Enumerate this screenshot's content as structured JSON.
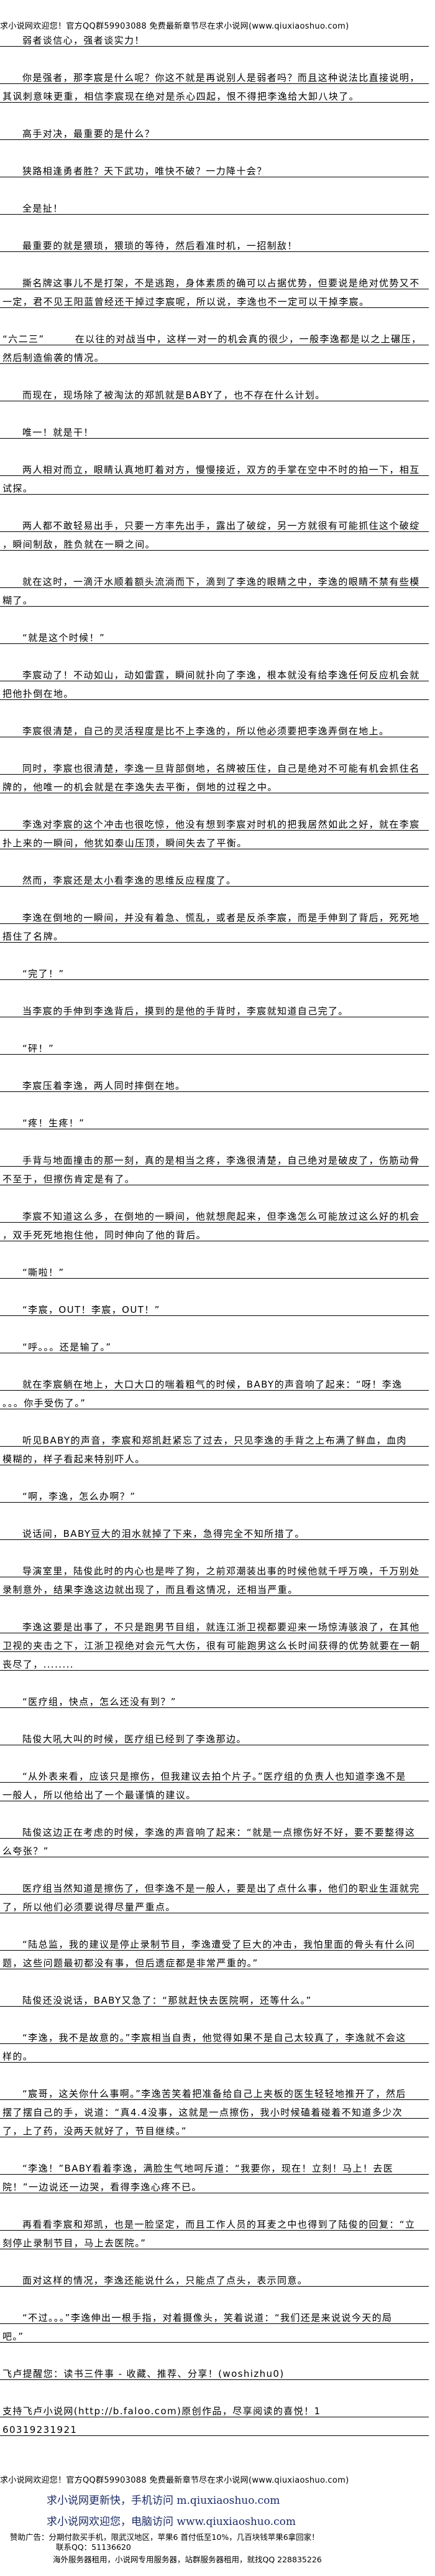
{
  "header": "求小说网欢迎您！官方QQ群59903088 免费最新章节尽在求小说网(www.qiuxiaoshuo.com)",
  "paragraphs": [
    {
      "indent": true,
      "lines": [
        "弱者谈信心，强者谈实力！"
      ]
    },
    {
      "indent": true,
      "lines": [
        "你是强者，那李宸是什么呢？你这不就是再说别人是弱者吗？而且这种说法比直接说明，",
        "其讽刺意味更重，相信李宸现在绝对是杀心四起，恨不得把李逸给大卸八块了。"
      ]
    },
    {
      "indent": true,
      "lines": [
        "高手对决，最重要的是什么？"
      ]
    },
    {
      "indent": true,
      "lines": [
        "狭路相逢勇者胜？天下武功，唯快不破？一力降十会？"
      ]
    },
    {
      "indent": true,
      "lines": [
        "全是扯！"
      ]
    },
    {
      "indent": true,
      "lines": [
        "最重要的就是猥琐，猥琐的等待，然后看准时机，一招制敌！"
      ]
    },
    {
      "indent": true,
      "lines": [
        "撕名牌这事儿不是打架，不是逃跑，身体素质的确可以占据优势，但要说是绝对优势又不",
        "一定，君不见王阳蓝曾经还干掉过李宸呢，所以说，李逸也不一定可以干掉李宸。"
      ]
    },
    {
      "indent": false,
      "lines": [
        "“六二三”　　　在以往的对战当中，这样一对一的机会真的很少，一般李逸都是以之上碾压，",
        "然后制造偷袭的情况。"
      ]
    },
    {
      "indent": true,
      "lines": [
        "而现在，现场除了被淘汰的郑凯就是BABY了，也不存在什么计划。"
      ]
    },
    {
      "indent": true,
      "lines": [
        "唯一！就是干！"
      ]
    },
    {
      "indent": true,
      "lines": [
        "两人相对而立，眼睛认真地盯着对方，慢慢接近，双方的手掌在空中不时的拍一下，相互",
        "试探。"
      ]
    },
    {
      "indent": true,
      "lines": [
        "两人都不敢轻易出手，只要一方率先出手，露出了破绽，另一方就很有可能抓住这个破绽",
        "，瞬间制敌，胜负就在一瞬之间。"
      ]
    },
    {
      "indent": true,
      "lines": [
        "就在这时，一滴汗水顺着额头流淌而下，滴到了李逸的眼睛之中，李逸的眼睛不禁有些模",
        "糊了。"
      ]
    },
    {
      "indent": true,
      "lines": [
        "“就是这个时候！”"
      ]
    },
    {
      "indent": true,
      "lines": [
        "李宸动了！不动如山，动如雷霆，瞬间就扑向了李逸，根本就没有给李逸任何反应机会就",
        "把他扑倒在地。"
      ]
    },
    {
      "indent": true,
      "lines": [
        "李宸很清楚，自己的灵活程度是比不上李逸的，所以他必须要把李逸弄倒在地上。"
      ]
    },
    {
      "indent": true,
      "lines": [
        "同时，李宸也很清楚，李逸一旦背部倒地，名牌被压住，自己是绝对不可能有机会抓住名",
        "牌的，他唯一的机会就是在李逸失去平衡，倒地的过程之中。"
      ]
    },
    {
      "indent": true,
      "lines": [
        "李逸对李宸的这个冲击也很吃惊，他没有想到李宸对时机的把我居然如此之好，就在李宸",
        "扑上来的一瞬间，他犹如泰山压顶，瞬间失去了平衡。"
      ]
    },
    {
      "indent": true,
      "lines": [
        "然而，李宸还是太小看李逸的思维反应程度了。"
      ]
    },
    {
      "indent": true,
      "lines": [
        "李逸在倒地的一瞬间，并没有着急、慌乱，或者是反杀李宸，而是手伸到了背后，死死地",
        "捂住了名牌。"
      ]
    },
    {
      "indent": true,
      "lines": [
        "“完了！”"
      ]
    },
    {
      "indent": true,
      "lines": [
        "当李宸的手伸到李逸背后，摸到的是他的手背时，李宸就知道自己完了。"
      ]
    },
    {
      "indent": true,
      "lines": [
        "“砰！”"
      ]
    },
    {
      "indent": true,
      "lines": [
        "李宸压着李逸，两人同时摔倒在地。"
      ]
    },
    {
      "indent": true,
      "lines": [
        "“疼！生疼！”"
      ]
    },
    {
      "indent": true,
      "lines": [
        "手背与地面撞击的那一刻，真的是相当之疼，李逸很清楚，自己绝对是破皮了，伤筋动骨",
        "不至于，但擦伤肯定是有了。"
      ]
    },
    {
      "indent": true,
      "lines": [
        "李宸不知道这么多，在倒地的一瞬间，他就想爬起来，但李逸怎么可能放过这么好的机会",
        "，双手死死地抱住他，同时伸向了他的背后。"
      ]
    },
    {
      "indent": true,
      "lines": [
        "“嘶啦！”"
      ]
    },
    {
      "indent": true,
      "lines": [
        "“李宸，OUT！李宸，OUT！”"
      ]
    },
    {
      "indent": true,
      "lines": [
        "“呼。。。还是输了。”"
      ]
    },
    {
      "indent": true,
      "lines": [
        "就在李宸躺在地上，大口大口的喘着粗气的时候，BABY的声音响了起来：“呀！李逸",
        "。。。你手受伤了。”"
      ]
    },
    {
      "indent": true,
      "lines": [
        "听见BABY的声音，李宸和郑凯赶紧忘了过去，只见李逸的手背之上布满了鲜血，血肉",
        "模糊的，样子看起来特别吓人。"
      ]
    },
    {
      "indent": true,
      "lines": [
        "“啊，李逸，怎么办啊？”"
      ]
    },
    {
      "indent": true,
      "lines": [
        "说话间，BABY豆大的泪水就掉了下来，急得完全不知所措了。"
      ]
    },
    {
      "indent": true,
      "lines": [
        "导演室里，陆俊此时的内心也是哔了狗，之前邓潮装出事的时候他就千呼万唤，千万别处",
        "录制意外，结果李逸这边就出现了，而且看这情况，还相当严重。"
      ]
    },
    {
      "indent": true,
      "lines": [
        "李逸这要是出事了，不只是跑男节目组，就连江浙卫视都要迎来一场惊涛骇浪了，在其他",
        "卫视的夹击之下，江浙卫视绝对会元气大伤，很有可能跑男这么长时间获得的优势就要在一朝",
        "丧尽了，........"
      ]
    },
    {
      "indent": true,
      "lines": [
        "“医疗组，快点，怎么还没有到？”"
      ]
    },
    {
      "indent": true,
      "lines": [
        "陆俊大吼大叫的时候，医疗组已经到了李逸那边。"
      ]
    },
    {
      "indent": true,
      "lines": [
        "“从外表来看，应该只是擦伤，但我建议去拍个片子。”医疗组的负责人也知道李逸不是",
        "一般人，所以他给出了一个最谨慎的建议。"
      ]
    },
    {
      "indent": true,
      "lines": [
        "陆俊这边正在考虑的时候，李逸的声音响了起来：“就是一点擦伤好不好，要不要整得这",
        "么夸张？”"
      ]
    },
    {
      "indent": true,
      "lines": [
        "医疗组当然知道是擦伤了，但李逸不是一般人，要是出了点什么事，他们的职业生涯就完",
        "了，所以他们必须要说得尽量严重点。"
      ]
    },
    {
      "indent": true,
      "lines": [
        "“陆总监，我的建议是停止录制节目，李逸遭受了巨大的冲击，我怕里面的骨头有什么问",
        "题，这些问题最初都没有事，但后遗症都是非常严重的。”"
      ]
    },
    {
      "indent": true,
      "lines": [
        "陆俊还没说话，BABY又急了：“那就赶快去医院啊，还等什么。”"
      ]
    },
    {
      "indent": true,
      "lines": [
        "“李逸，我不是故意的。”李宸相当自责，他觉得如果不是自己太较真了，李逸就不会这",
        "样的。"
      ]
    },
    {
      "indent": true,
      "lines": [
        "“宸哥，这关你什么事啊。”李逸苦笑着把准备给自己上夹板的医生轻轻地推开了，然后",
        "摆了摆自己的手，说道：“真4.4没事，这就是一点擦伤，我小时候磕着碰着不知道多少次",
        "了，上了药，没两天就好了，节目继续。”"
      ]
    },
    {
      "indent": true,
      "lines": [
        "“李逸！”BABY看着李逸，满脸生气地呵斥道：“我要你，现在！立刻！马上！去医",
        "院！”一边说还一边哭，看得李逸心疼不已。"
      ]
    },
    {
      "indent": true,
      "lines": [
        "再看看李宸和郑凯，也是一脸坚定，而且工作人员的耳麦之中也得到了陆俊的回复：“立",
        "刻停止录制节目，马上去医院。”"
      ]
    },
    {
      "indent": true,
      "lines": [
        "面对这样的情况，李逸还能说什么，只能点了点头，表示同意。"
      ]
    },
    {
      "indent": true,
      "lines": [
        "“不过。。。”李逸伸出一根手指，对着摄像头，笑着说道：“我们还是来说说今天的局",
        "吧。”"
      ]
    },
    {
      "indent": false,
      "lines": [
        "飞卢提醒您：读书三件事 - 收藏、推荐、分享！(woshizhu0)"
      ]
    },
    {
      "indent": false,
      "lines": [
        "支持飞卢小说网(http://b.faloo.com)原创作品，尽享阅读的喜悦！1",
        "60319231921"
      ]
    }
  ],
  "footer": {
    "header": "求小说网欢迎您！官方QQ群59903088 免费最新章节尽在求小说网(www.qiuxiaoshuo.com)",
    "mobile": "求小说网更新快，手机访问 m.qiuxiaoshuo.com",
    "desktop": "求小说网欢迎您，电脑访问 www.qiuxiaoshuo.com",
    "ad": "赞助广告：分期付款买手机，限武汉地区，苹果6 首付低至10%，几百块钱苹果6拿回家！",
    "ad_contact": "联系QQ：51136620",
    "server_ad": "海外服务器租用，小说网专用服务器，站群服务器租用，就找QQ 228835226"
  },
  "colors": {
    "text": "#000000",
    "link_blue": "#1c2a66",
    "background": "#ffffff"
  }
}
